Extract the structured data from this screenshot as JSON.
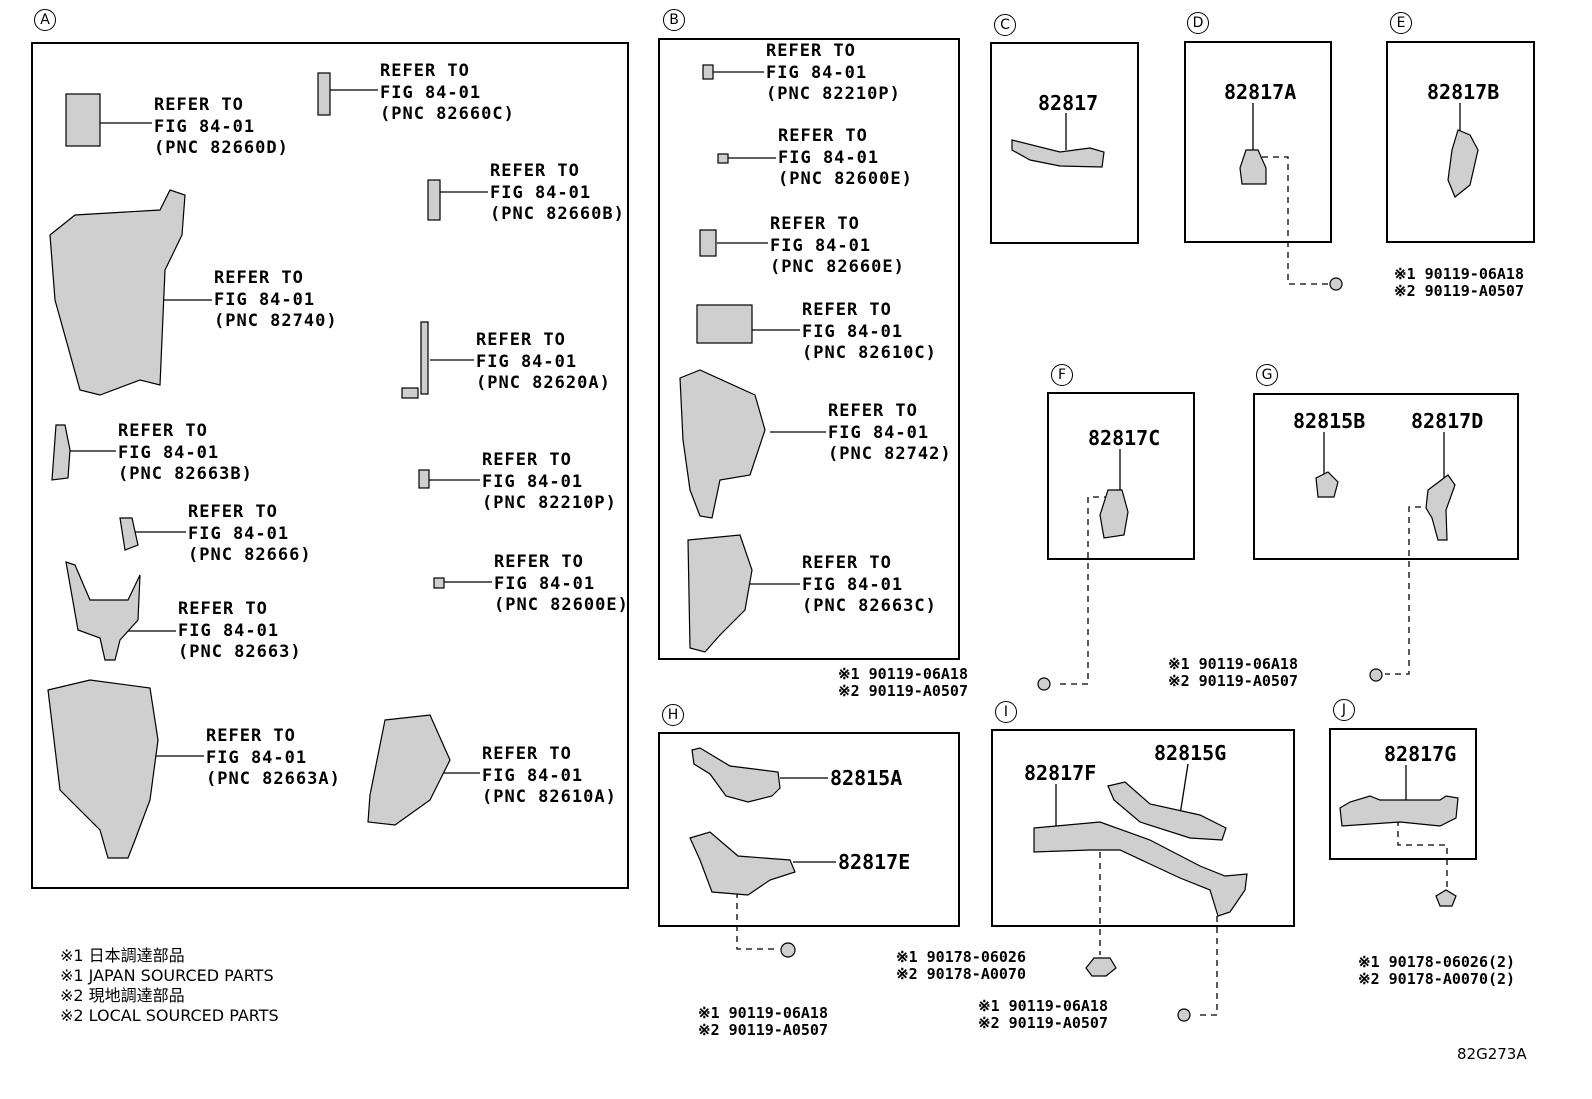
{
  "panels": {
    "A": {
      "label": "A",
      "refs": [
        {
          "l1": "REFER TO",
          "l2": "FIG 84-01",
          "l3": "(PNC 82660D)"
        },
        {
          "l1": "REFER TO",
          "l2": "FIG 84-01",
          "l3": "(PNC 82660C)"
        },
        {
          "l1": "REFER TO",
          "l2": "FIG 84-01",
          "l3": "(PNC 82660B)"
        },
        {
          "l1": "REFER TO",
          "l2": "FIG 84-01",
          "l3": "(PNC 82740)"
        },
        {
          "l1": "REFER TO",
          "l2": "FIG 84-01",
          "l3": "(PNC 82620A)"
        },
        {
          "l1": "REFER TO",
          "l2": "FIG 84-01",
          "l3": "(PNC 82663B)"
        },
        {
          "l1": "REFER TO",
          "l2": "FIG 84-01",
          "l3": "(PNC 82210P)"
        },
        {
          "l1": "REFER TO",
          "l2": "FIG 84-01",
          "l3": "(PNC 82666)"
        },
        {
          "l1": "REFER TO",
          "l2": "FIG 84-01",
          "l3": "(PNC 82600E)"
        },
        {
          "l1": "REFER TO",
          "l2": "FIG 84-01",
          "l3": "(PNC 82663)"
        },
        {
          "l1": "REFER TO",
          "l2": "FIG 84-01",
          "l3": "(PNC 82663A)"
        },
        {
          "l1": "REFER TO",
          "l2": "FIG 84-01",
          "l3": "(PNC 82610A)"
        }
      ]
    },
    "B": {
      "label": "B",
      "refs": [
        {
          "l1": "REFER TO",
          "l2": "FIG 84-01",
          "l3": "(PNC 82210P)"
        },
        {
          "l1": "REFER TO",
          "l2": "FIG 84-01",
          "l3": "(PNC 82600E)"
        },
        {
          "l1": "REFER TO",
          "l2": "FIG 84-01",
          "l3": "(PNC 82660E)"
        },
        {
          "l1": "REFER TO",
          "l2": "FIG 84-01",
          "l3": "(PNC 82610C)"
        },
        {
          "l1": "REFER TO",
          "l2": "FIG 84-01",
          "l3": "(PNC 82742)"
        },
        {
          "l1": "REFER TO",
          "l2": "FIG 84-01",
          "l3": "(PNC 82663C)"
        }
      ]
    },
    "C": {
      "label": "C",
      "part": "82817"
    },
    "D": {
      "label": "D",
      "part": "82817A"
    },
    "E": {
      "label": "E",
      "part": "82817B"
    },
    "F": {
      "label": "F",
      "part": "82817C"
    },
    "G": {
      "label": "G",
      "part1": "82815B",
      "part2": "82817D"
    },
    "H": {
      "label": "H",
      "part1": "82815A",
      "part2": "82817E"
    },
    "I": {
      "label": "I",
      "part1": "82817F",
      "part2": "82815G"
    },
    "J": {
      "label": "J",
      "part": "82817G"
    }
  },
  "bolts": {
    "d": {
      "l1": "※1 90119-06A18",
      "l2": "※2 90119-A0507"
    },
    "f": {
      "l1": "※1 90119-06A18",
      "l2": "※2 90119-A0507"
    },
    "g": {
      "l1": "※1 90119-06A18",
      "l2": "※2 90119-A0507"
    },
    "h": {
      "l1": "※1 90119-06A18",
      "l2": "※2 90119-A0507"
    },
    "i1": {
      "l1": "※1 90178-06026",
      "l2": "※2 90178-A0070"
    },
    "i2": {
      "l1": "※1 90119-06A18",
      "l2": "※2 90119-A0507"
    },
    "j": {
      "l1": "※1 90178-06026(2)",
      "l2": "※2 90178-A0070(2)"
    }
  },
  "notes": [
    "※1 日本調達部品",
    "※1 JAPAN SOURCED PARTS",
    "※2 現地調達部品",
    "※2 LOCAL SOURCED PARTS"
  ],
  "diagram_code": "82G273A"
}
